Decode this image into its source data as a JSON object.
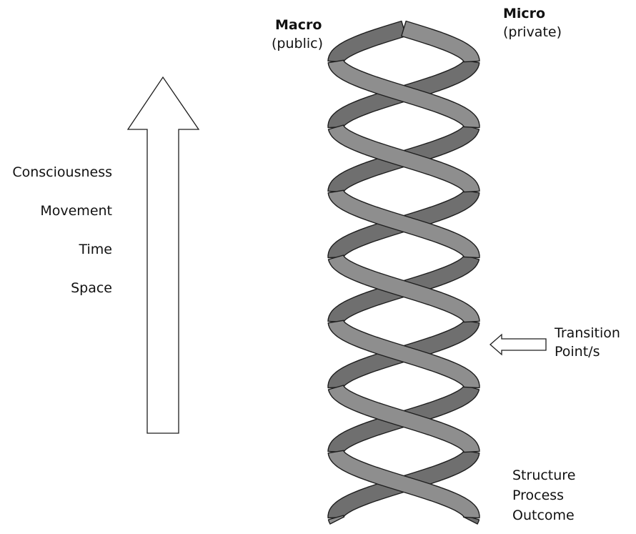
{
  "axis_labels": [
    "Consciousness",
    "Movement",
    "Time",
    "Space"
  ],
  "helix": {
    "left_strand": {
      "title": "Macro",
      "subtitle": "(public)"
    },
    "right_strand": {
      "title": "Micro",
      "subtitle": "(private)"
    }
  },
  "transition": {
    "line1": "Transition",
    "line2": "Point/s"
  },
  "stages": [
    "Structure",
    "Process",
    "Outcome"
  ],
  "colors": {
    "ribbon": "#8e8e8e",
    "ribbon_back": "#6f6f6f",
    "outline": "#1e1e1e",
    "arrow_fill": "#ffffff"
  },
  "icons": {
    "big_arrow": "up-arrow-icon",
    "small_arrow": "left-arrow-icon"
  }
}
